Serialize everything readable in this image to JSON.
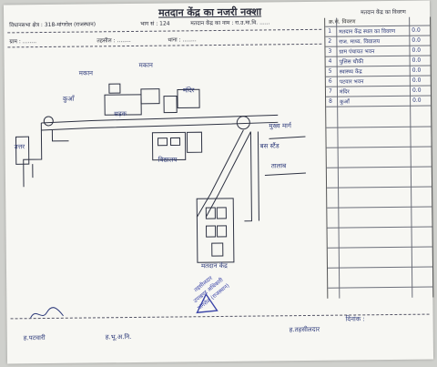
{
  "header": {
    "title": "मतदान केंद्र का नजरी नक्शा",
    "line1_left": "विधानसभा क्षेत्र : 318-मांगरोल (राजस्थान)",
    "line1_mid": "भाग सं : 124",
    "line1_right": "मतदान केंद्र का नाम : रा.उ.मा.वि. ......",
    "line2_left": "ग्राम : ........",
    "line2_mid": "तहसील : ........",
    "line2_right": "थाना : ........",
    "side_title": "मतदान केंद्र का विवरण"
  },
  "sidetable": {
    "head": "क्र.सं.       विवरण",
    "rows": [
      {
        "n": "1",
        "text": "मतदान केंद्र स्थल का विवरण",
        "v": "0.0"
      },
      {
        "n": "2",
        "text": "राज. माध्य. विद्यालय",
        "v": "0.0"
      },
      {
        "n": "3",
        "text": "ग्राम पंचायत भवन",
        "v": "0.0"
      },
      {
        "n": "4",
        "text": "पुलिस चौकी",
        "v": "0.0"
      },
      {
        "n": "5",
        "text": "स्वास्थ्य केंद्र",
        "v": "0.0"
      },
      {
        "n": "6",
        "text": "पटवार भवन",
        "v": "0.0"
      },
      {
        "n": "7",
        "text": "मंदिर",
        "v": "0.0"
      },
      {
        "n": "8",
        "text": "कुआँ",
        "v": "0.0"
      }
    ]
  },
  "map_labels": {
    "north": "उत्तर",
    "house1": "मकान",
    "house2": "मकान",
    "school": "विद्यालय",
    "road": "सड़क",
    "temple": "मंदिर",
    "well": "कुआँ",
    "bus": "बस स्टैंड",
    "pond": "तालाब",
    "route": "मुख्य मार्ग",
    "booth": "मतदान केंद्र"
  },
  "footer": {
    "left_sign": "ह.पटवारी",
    "mid_sign": "ह.भू.अ.नि.",
    "right_sign": "ह.तहसीलदार",
    "date_label": "दिनांक :",
    "stamp_lines": [
      "तहसीलदार",
      "उपखण्ड अधिकारी",
      "मांगरोल (राजस्थान)"
    ]
  }
}
